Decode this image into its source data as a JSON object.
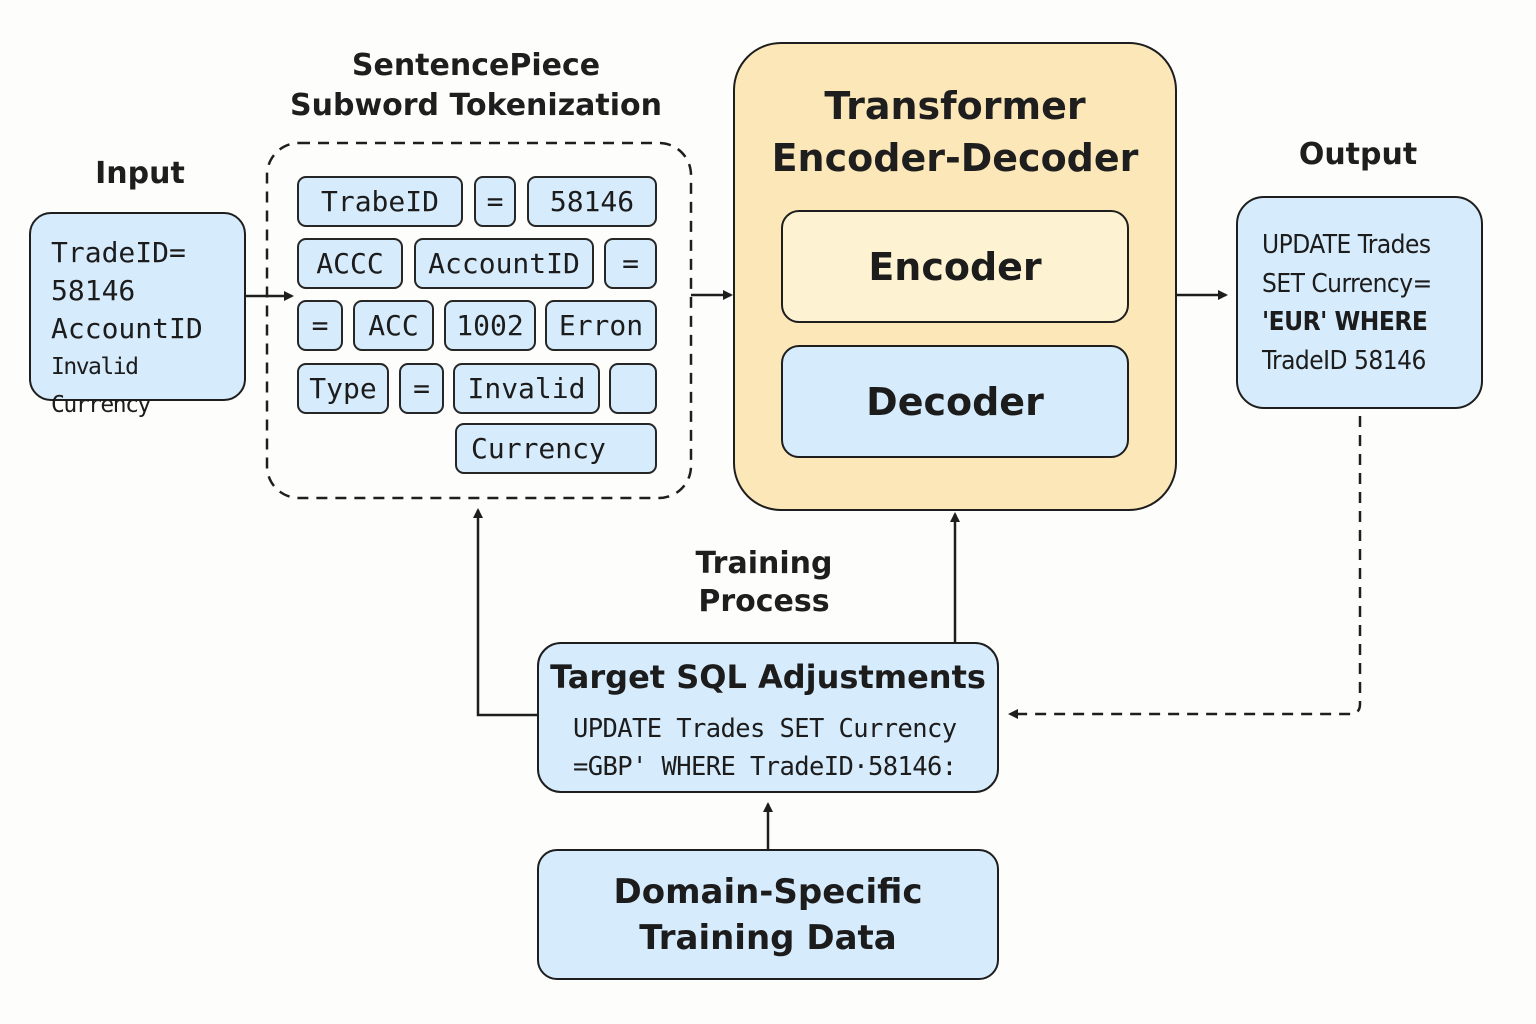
{
  "input": {
    "heading": "Input",
    "lines": [
      "TradeID=",
      "58146",
      "AccountID",
      "Invalid Currency"
    ]
  },
  "tokenizer": {
    "heading_line1": "SentencePiece",
    "heading_line2": "Subword Tokenization",
    "tokens": [
      {
        "text": "TrabeID"
      },
      {
        "text": "="
      },
      {
        "text": "58146"
      },
      {
        "text": "ACCC"
      },
      {
        "text": "AccountID"
      },
      {
        "text": "="
      },
      {
        "text": "="
      },
      {
        "text": "ACC"
      },
      {
        "text": "1002"
      },
      {
        "text": "Erron"
      },
      {
        "text": "Type"
      },
      {
        "text": "="
      },
      {
        "text": "Invalid"
      },
      {
        "text": ""
      },
      {
        "text": "Currency"
      }
    ]
  },
  "transformer": {
    "title_line1": "Transformer",
    "title_line2": "Encoder-Decoder",
    "encoder_label": "Encoder",
    "decoder_label": "Decoder"
  },
  "output": {
    "heading": "Output",
    "lines": [
      "UPDATE Trades",
      "SET Currency=",
      "'EUR' WHERE",
      "TradeID 58146"
    ]
  },
  "training": {
    "heading_line1": "Training",
    "heading_line2": "Process",
    "target_title": "Target SQL Adjustments",
    "target_lines": [
      "UPDATE Trades SET Currency",
      "=GBP' WHERE TradeID·58146:"
    ],
    "data_line1": "Domain-Specific",
    "data_line2": "Training Data"
  },
  "colors": {
    "blue_fill": "#d6ebfb",
    "yellow_fill": "#fbe7b8",
    "encoder_fill": "#fdf3d2",
    "stroke": "#1e1e1e"
  }
}
